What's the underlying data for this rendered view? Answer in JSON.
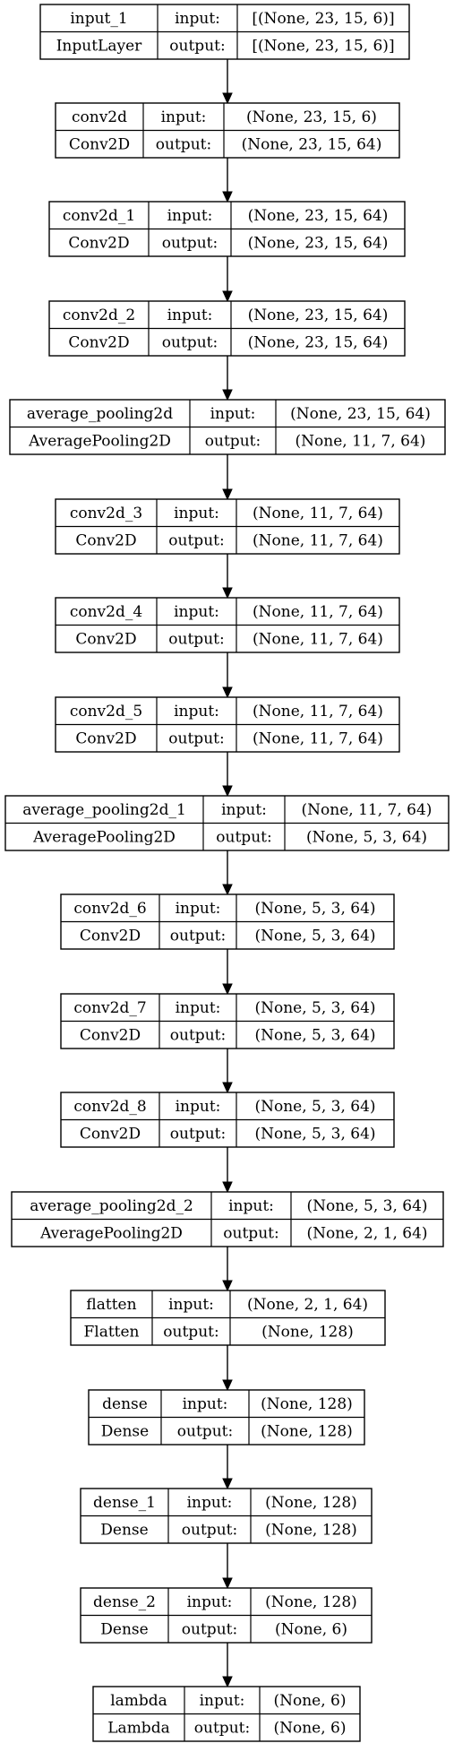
{
  "labels": {
    "input": "input:",
    "output": "output:"
  },
  "nodes": [
    {
      "name": "input_1",
      "type": "InputLayer",
      "input": "[(None, 23, 15, 6)]",
      "output": "[(None, 23, 15, 6)]"
    },
    {
      "name": "conv2d",
      "type": "Conv2D",
      "input": "(None, 23, 15, 6)",
      "output": "(None, 23, 15, 64)"
    },
    {
      "name": "conv2d_1",
      "type": "Conv2D",
      "input": "(None, 23, 15, 64)",
      "output": "(None, 23, 15, 64)"
    },
    {
      "name": "conv2d_2",
      "type": "Conv2D",
      "input": "(None, 23, 15, 64)",
      "output": "(None, 23, 15, 64)"
    },
    {
      "name": "average_pooling2d",
      "type": "AveragePooling2D",
      "input": "(None, 23, 15, 64)",
      "output": "(None, 11, 7, 64)"
    },
    {
      "name": "conv2d_3",
      "type": "Conv2D",
      "input": "(None, 11, 7, 64)",
      "output": "(None, 11, 7, 64)"
    },
    {
      "name": "conv2d_4",
      "type": "Conv2D",
      "input": "(None, 11, 7, 64)",
      "output": "(None, 11, 7, 64)"
    },
    {
      "name": "conv2d_5",
      "type": "Conv2D",
      "input": "(None, 11, 7, 64)",
      "output": "(None, 11, 7, 64)"
    },
    {
      "name": "average_pooling2d_1",
      "type": "AveragePooling2D",
      "input": "(None, 11, 7, 64)",
      "output": "(None, 5, 3, 64)"
    },
    {
      "name": "conv2d_6",
      "type": "Conv2D",
      "input": "(None, 5, 3, 64)",
      "output": "(None, 5, 3, 64)"
    },
    {
      "name": "conv2d_7",
      "type": "Conv2D",
      "input": "(None, 5, 3, 64)",
      "output": "(None, 5, 3, 64)"
    },
    {
      "name": "conv2d_8",
      "type": "Conv2D",
      "input": "(None, 5, 3, 64)",
      "output": "(None, 5, 3, 64)"
    },
    {
      "name": "average_pooling2d_2",
      "type": "AveragePooling2D",
      "input": "(None, 5, 3, 64)",
      "output": "(None, 2, 1, 64)"
    },
    {
      "name": "flatten",
      "type": "Flatten",
      "input": "(None, 2, 1, 64)",
      "output": "(None, 128)"
    },
    {
      "name": "dense",
      "type": "Dense",
      "input": "(None, 128)",
      "output": "(None, 128)"
    },
    {
      "name": "dense_1",
      "type": "Dense",
      "input": "(None, 128)",
      "output": "(None, 128)"
    },
    {
      "name": "dense_2",
      "type": "Dense",
      "input": "(None, 128)",
      "output": "(None, 6)"
    },
    {
      "name": "lambda",
      "type": "Lambda",
      "input": "(None, 6)",
      "output": "(None, 6)"
    }
  ]
}
